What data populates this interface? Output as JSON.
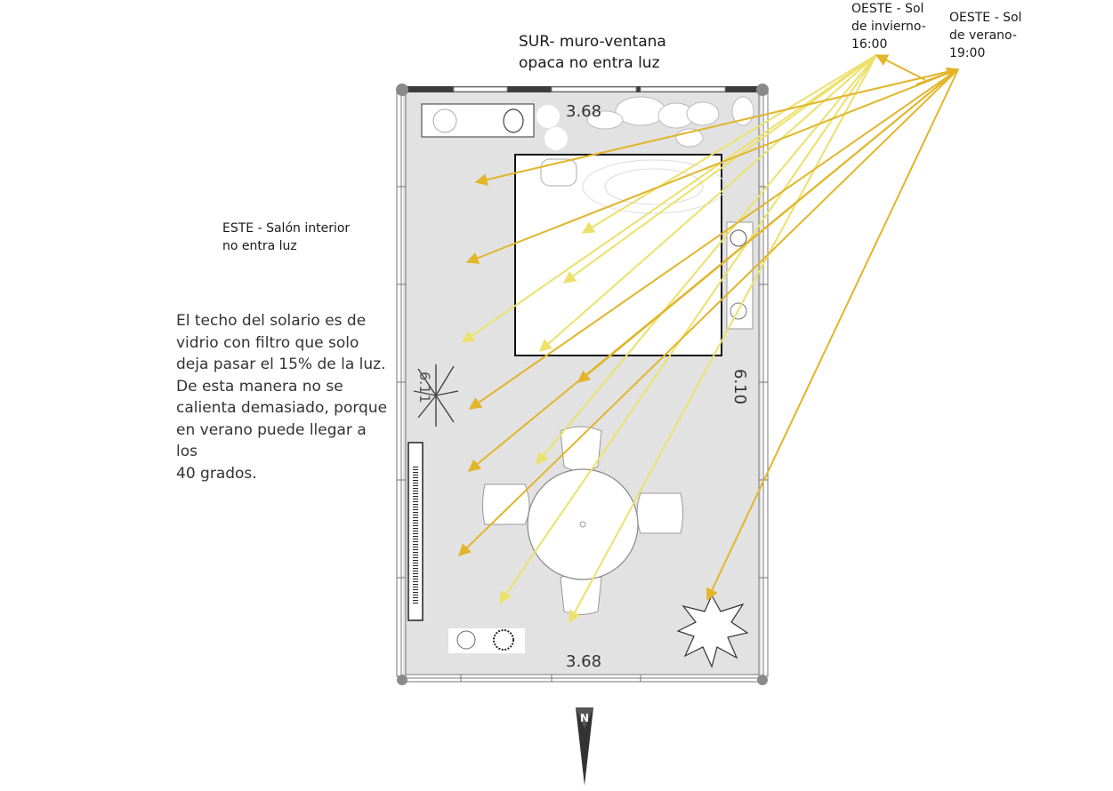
{
  "labels": {
    "south_wall": "SUR- muro-ventana\nopaca no entra luz",
    "east_wall": "ESTE - Salón interior\nno entra luz",
    "roof_note": "El techo del solario es de\nvidrio con filtro que solo\ndeja pasar el 15% de la luz.\nDe esta manera no se\ncalienta demasiado, porque\nen verano puede llegar a los\n40 grados.",
    "west_winter": "OESTE - Sol\nde invierno-\n16:00",
    "west_summer": "OESTE - Sol\nde verano-\n19:00"
  },
  "dimensions": {
    "top_width": "3.68",
    "bottom_width": "3.68",
    "right_length": "6.10",
    "left_length": "6.11"
  },
  "north_arrow": {
    "letter": "N"
  },
  "colors": {
    "sun_ray": "#e2b52a",
    "sun_ray_light": "#ece16a",
    "floor": "#e2e2e2",
    "wall": "#3c3c3c"
  },
  "icons": [
    "sun-ray-arrow",
    "north-arrow-icon",
    "plant-icon",
    "round-table",
    "chair",
    "rug",
    "sink-counter"
  ]
}
